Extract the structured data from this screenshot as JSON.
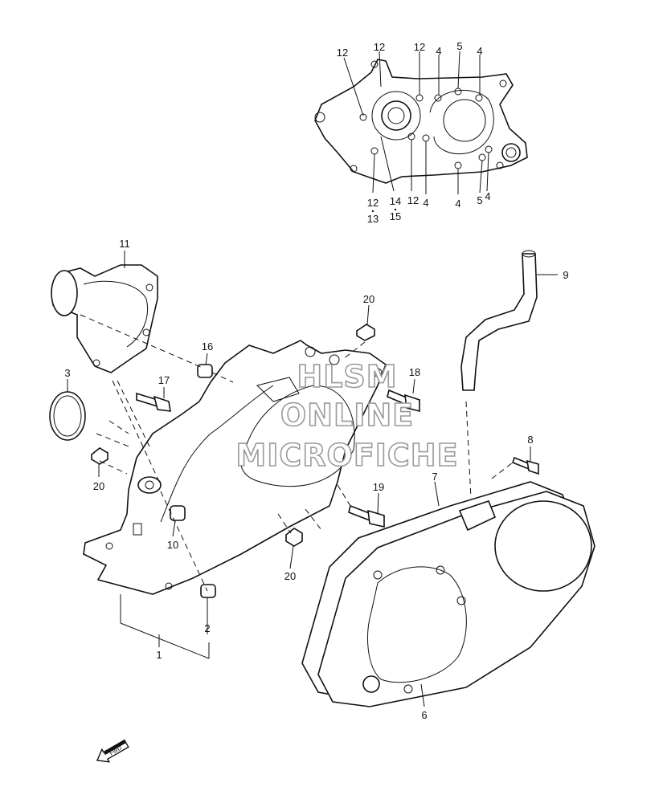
{
  "callouts": {
    "c1": "1",
    "c2": "2",
    "c3": "3",
    "c6": "6",
    "c7": "7",
    "c8": "8",
    "c9": "9",
    "c10": "10",
    "c11": "11",
    "c16": "16",
    "c17": "17",
    "c18": "18",
    "c19": "19",
    "c20a": "20",
    "c20b": "20",
    "c20c": "20",
    "top12a": "12",
    "top12b": "12",
    "top12c": "12",
    "top4a": "4",
    "top5": "5",
    "top4b": "4",
    "bot12a": "12",
    "bot13": "13",
    "bot14": "14",
    "bot15": "15",
    "bot12b": "12",
    "bot4a": "4",
    "bot4b": "4",
    "bot5": "5",
    "bot4c": "4"
  },
  "watermark": {
    "line1": "HLSM",
    "line2": "ONLINE",
    "line3": "MICROFICHE"
  },
  "fwd_label": "FWD"
}
